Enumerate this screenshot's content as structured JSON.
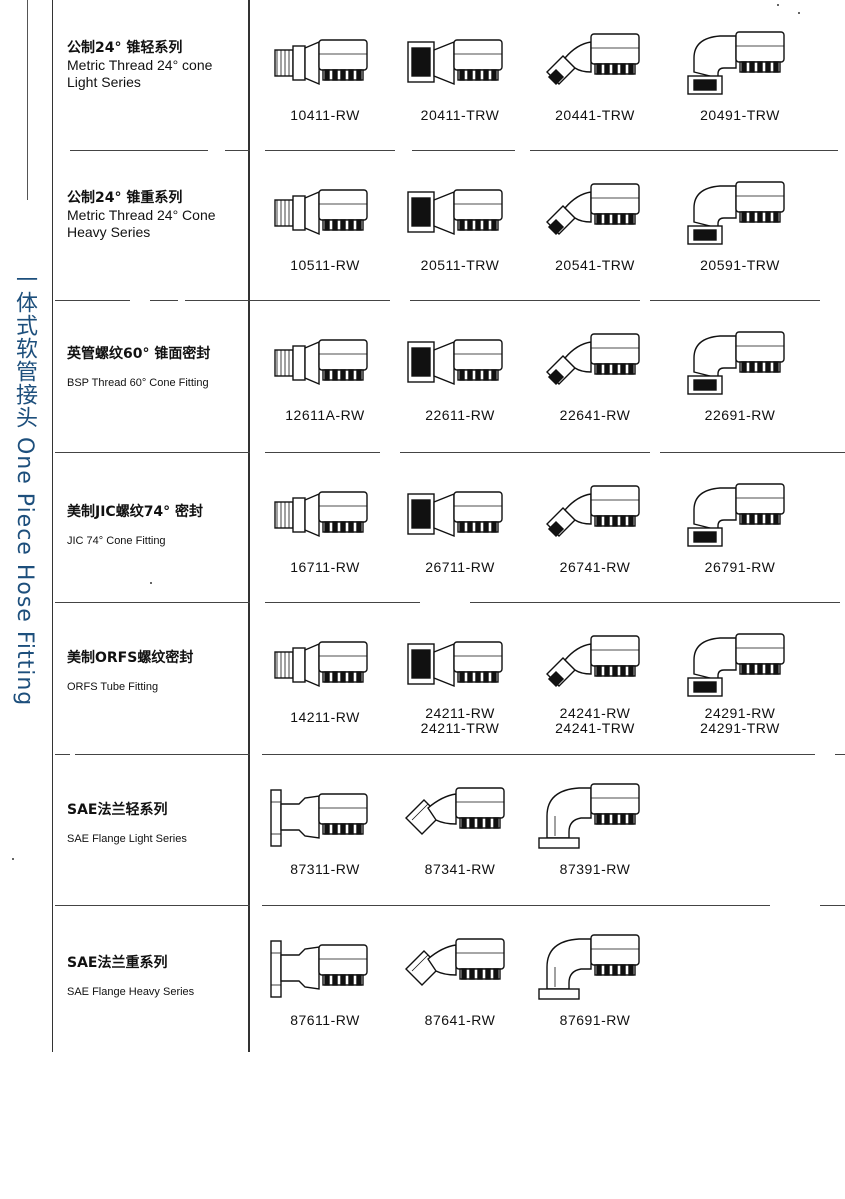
{
  "side_title": "一体式软管接头 One Piece Hose Fitting",
  "rows": [
    {
      "zh": "公制24°  锥轻系列",
      "en": "Metric Thread 24° cone Light Series",
      "products": [
        {
          "code": "10411-RW",
          "icon": "straight-male-fitting-icon"
        },
        {
          "code": "20411-TRW",
          "icon": "straight-female-fitting-icon"
        },
        {
          "code": "20441-TRW",
          "icon": "45-degree-elbow-fitting-icon"
        },
        {
          "code": "20491-TRW",
          "icon": "90-degree-elbow-fitting-icon"
        }
      ]
    },
    {
      "zh": "公制24°  锥重系列",
      "en": "Metric Thread 24° Cone Heavy Series",
      "products": [
        {
          "code": "10511-RW",
          "icon": "straight-male-fitting-icon"
        },
        {
          "code": "20511-TRW",
          "icon": "straight-female-fitting-icon"
        },
        {
          "code": "20541-TRW",
          "icon": "45-degree-elbow-fitting-icon"
        },
        {
          "code": "20591-TRW",
          "icon": "90-degree-elbow-fitting-icon"
        }
      ]
    },
    {
      "zh": "英管螺纹60°  锥面密封",
      "en": "BSP Thread 60° Cone Fitting",
      "products": [
        {
          "code": "12611A-RW",
          "icon": "straight-male-fitting-icon"
        },
        {
          "code": "22611-RW",
          "icon": "straight-female-fitting-icon"
        },
        {
          "code": "22641-RW",
          "icon": "45-degree-elbow-fitting-icon"
        },
        {
          "code": "22691-RW",
          "icon": "90-degree-elbow-fitting-icon"
        }
      ]
    },
    {
      "zh": "美制JIC螺纹74°  密封",
      "en": "JIC 74° Cone Fitting",
      "products": [
        {
          "code": "16711-RW",
          "icon": "straight-male-fitting-icon"
        },
        {
          "code": "26711-RW",
          "icon": "straight-female-fitting-icon"
        },
        {
          "code": "26741-RW",
          "icon": "45-degree-elbow-fitting-icon"
        },
        {
          "code": "26791-RW",
          "icon": "90-degree-elbow-fitting-icon"
        }
      ]
    },
    {
      "zh": "美制ORFS螺纹密封",
      "en": "ORFS Tube Fitting",
      "products": [
        {
          "code": "14211-RW",
          "icon": "straight-male-fitting-icon"
        },
        {
          "code": "24211-RW",
          "code2": "24211-TRW",
          "icon": "straight-female-fitting-icon"
        },
        {
          "code": "24241-RW",
          "code2": "24241-TRW",
          "icon": "45-degree-elbow-fitting-icon"
        },
        {
          "code": "24291-RW",
          "code2": "24291-TRW",
          "icon": "90-degree-elbow-fitting-icon"
        }
      ]
    },
    {
      "zh": "SAE法兰轻系列",
      "en": "SAE Flange Light Series",
      "products": [
        {
          "code": "87311-RW",
          "icon": "straight-flange-fitting-icon"
        },
        {
          "code": "87341-RW",
          "icon": "45-degree-flange-fitting-icon"
        },
        {
          "code": "87391-RW",
          "icon": "90-degree-flange-fitting-icon"
        }
      ]
    },
    {
      "zh": "SAE法兰重系列",
      "en": "SAE Flange Heavy Series",
      "products": [
        {
          "code": "87611-RW",
          "icon": "straight-flange-fitting-icon"
        },
        {
          "code": "87641-RW",
          "icon": "45-degree-flange-fitting-icon"
        },
        {
          "code": "87691-RW",
          "icon": "90-degree-flange-fitting-icon"
        }
      ]
    }
  ]
}
